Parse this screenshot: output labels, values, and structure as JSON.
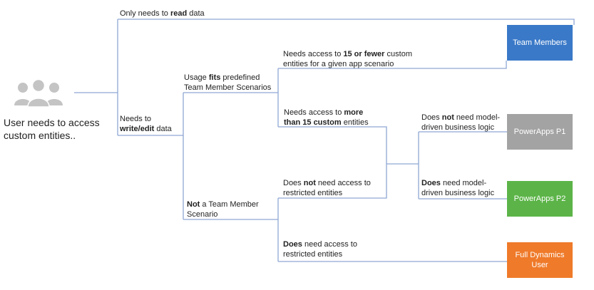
{
  "start": {
    "line1": "User needs to access",
    "line2": "custom entities.."
  },
  "labels": {
    "read": {
      "pre": "Only needs to ",
      "bold": "read",
      "post": " data"
    },
    "write": {
      "line1": "Needs to",
      "bold": "write/edit",
      "post": " data"
    },
    "fits": {
      "pre": "Usage ",
      "bold": "fits",
      "post": " predefined",
      "line2": "Team Member Scenarios"
    },
    "fewer": {
      "pre": "Needs access to ",
      "bold": "15 or fewer",
      "post": " custom",
      "line2": "entities for a given app scenario"
    },
    "more": {
      "pre": "Needs access to ",
      "bold1": "more",
      "bold2": "than 15 custom",
      "post2": " entities"
    },
    "not_team": {
      "bold": "Not",
      "post": " a Team Member",
      "line2": "Scenario"
    },
    "no_restricted": {
      "pre": "Does ",
      "bold": "not",
      "post": " need access to",
      "line2": "restricted entities"
    },
    "yes_restricted": {
      "bold": "Does",
      "post": " need access to",
      "line2": "restricted entities"
    },
    "no_model": {
      "pre": "Does ",
      "bold": "not",
      "post": " need model-",
      "line2": "driven business logic"
    },
    "yes_model": {
      "bold": "Does",
      "post": " need model-",
      "line2": "driven business logic"
    }
  },
  "outcomes": {
    "team_members": {
      "label": "Team Members",
      "color": "#3a79c8"
    },
    "p1": {
      "label": "PowerApps P1",
      "color": "#a3a3a3"
    },
    "p2": {
      "label": "PowerApps P2",
      "color": "#5cb448"
    },
    "full": {
      "line1": "Full Dynamics",
      "line2": "User",
      "color": "#ef7a2a"
    }
  },
  "colors": {
    "line": "#8fa8d4",
    "icon": "#c4c4c4"
  }
}
